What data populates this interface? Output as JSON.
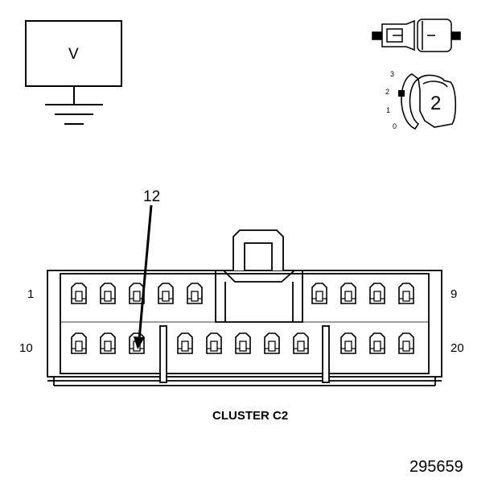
{
  "meter": {
    "label": "V"
  },
  "key_switch": {
    "positions": [
      "3",
      "2",
      "1",
      "0"
    ],
    "selected_label": "2"
  },
  "connector": {
    "pin_callout": "12",
    "row1_start": "1",
    "row1_end": "9",
    "row2_start": "10",
    "row2_end": "20",
    "title": "CLUSTER C2"
  },
  "figure_number": "295659"
}
